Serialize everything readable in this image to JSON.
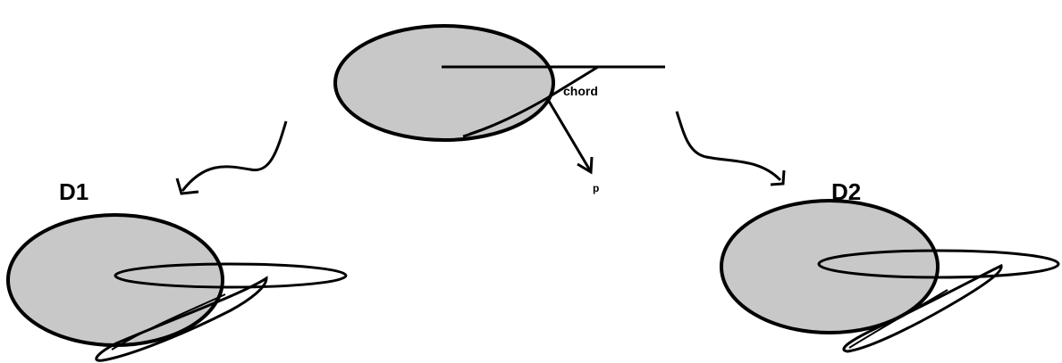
{
  "labels": {
    "chord": "chord",
    "p": "p",
    "d1": "D1",
    "d2": "D2"
  },
  "colors": {
    "disk_fill": "#c8c8c8",
    "stroke": "#000000",
    "background": "#ffffff"
  }
}
